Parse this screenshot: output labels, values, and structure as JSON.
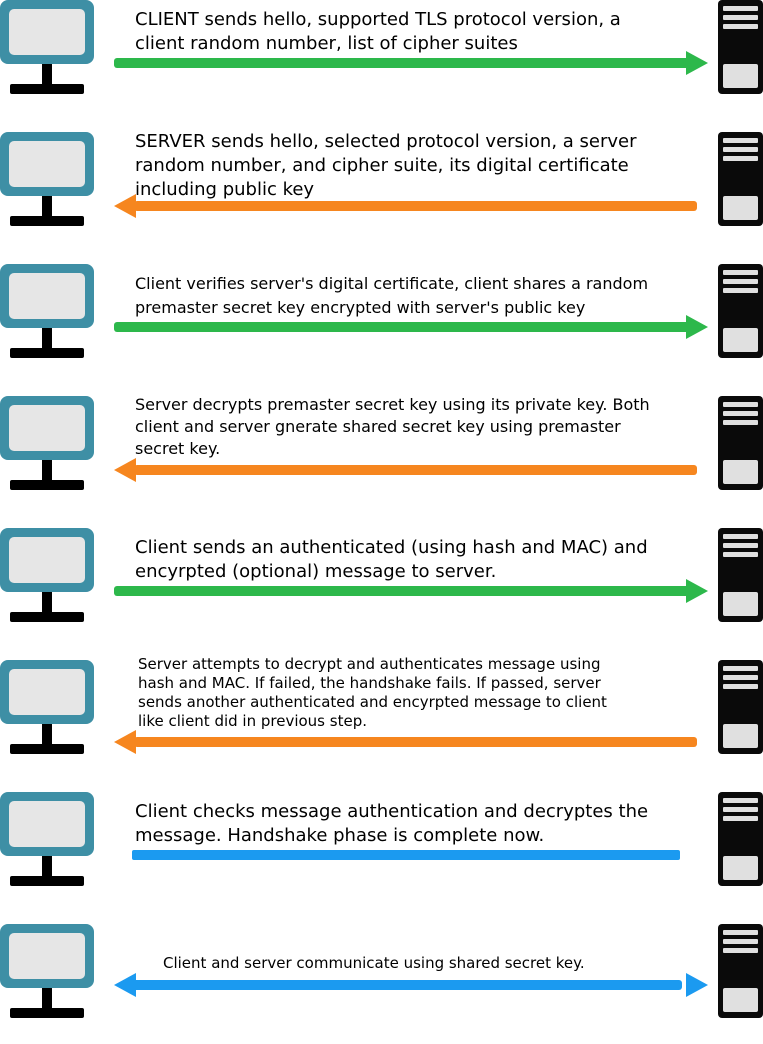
{
  "colors": {
    "client_to_server": "#2db84b",
    "server_to_client": "#f6861f",
    "local": "#1b9af0",
    "monitor_frame": "#3e8fa5",
    "monitor_screen": "#e6e6e6",
    "server_body": "#0a0a0a",
    "server_slots": "#e0e0e0"
  },
  "icons": {
    "client": "computer-monitor-icon",
    "server": "server-tower-icon"
  },
  "steps": [
    {
      "text": "CLIENT sends hello, supported TLS protocol version, a\nclient random number, list of cipher suites",
      "direction": "to-server",
      "color": "#2db84b"
    },
    {
      "text": "SERVER sends hello, selected protocol version, a server\nrandom number, and cipher suite, its digital certificate\nincluding public key",
      "direction": "to-client",
      "color": "#f6861f"
    },
    {
      "text": "Client verifies server's digital certificate, client shares a random\npremaster secret key encrypted with server's public key",
      "direction": "to-server",
      "color": "#2db84b"
    },
    {
      "text": "Server decrypts premaster secret key using its private key. Both\nclient and server gnerate shared secret key using premaster\nsecret key.",
      "direction": "to-client",
      "color": "#f6861f"
    },
    {
      "text": "Client sends an authenticated (using hash and MAC) and\nencyrpted (optional) message to server.",
      "direction": "to-server",
      "color": "#2db84b"
    },
    {
      "text": "Server attempts to decrypt and authenticates message using\nhash and MAC. If failed, the handshake fails. If passed, server\nsends another authenticated and encyrpted message to client\nlike client did in previous step.",
      "direction": "to-client",
      "color": "#f6861f"
    },
    {
      "text": "Client checks message authentication and decryptes the\nmessage. Handshake phase is complete now.",
      "direction": "none",
      "color": "#1b9af0"
    },
    {
      "text": "Client and server communicate using shared secret key.",
      "direction": "both",
      "color": "#1b9af0"
    }
  ]
}
